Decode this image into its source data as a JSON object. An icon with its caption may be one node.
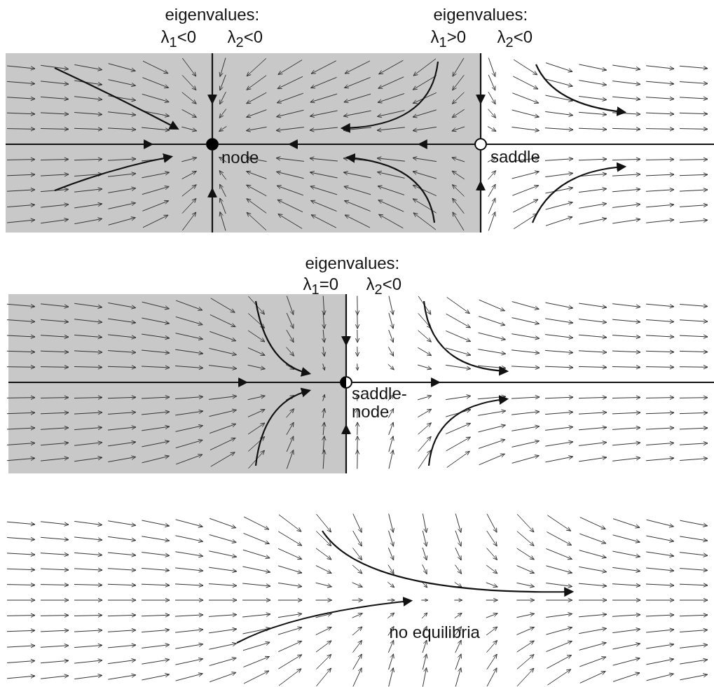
{
  "diagram": {
    "nodes": [
      {
        "text": [],
        "shape": "circle",
        "beside": [
          "node"
        ]
      },
      {
        "text": [],
        "shape": "circle",
        "beside": [
          "saddle"
        ]
      },
      {
        "text": [],
        "shape": "circle",
        "beside": [
          "saddle-node"
        ]
      }
    ],
    "edges": [
      {
        "from": null,
        "to": 0,
        "arrow": "to"
      },
      {
        "from": 1,
        "to": 0,
        "arrow": "to"
      },
      {
        "from": null,
        "to": 0,
        "arrow": "to"
      },
      {
        "from": null,
        "to": 0,
        "arrow": "to"
      },
      {
        "from": null,
        "to": 1,
        "arrow": "to"
      },
      {
        "from": null,
        "to": 1,
        "arrow": "to"
      },
      {
        "from": 1,
        "to": null,
        "arrow": "none"
      },
      {
        "from": null,
        "to": 2,
        "arrow": "to"
      },
      {
        "from": null,
        "to": 2,
        "arrow": "to"
      },
      {
        "from": null,
        "to": 2,
        "arrow": "to"
      },
      {
        "from": 2,
        "to": null,
        "arrow": "to"
      }
    ],
    "labels": [
      "eigenvalues:",
      "λ$_{1}$<0",
      "λ$_{2}$<0",
      "eigenvalues:",
      "λ$_{1}$>0",
      "λ$_{2}$<0",
      "eigenvalues:",
      "λ$_{1}$=0",
      "λ$_{2}$<0",
      "no equilibria"
    ]
  }
}
